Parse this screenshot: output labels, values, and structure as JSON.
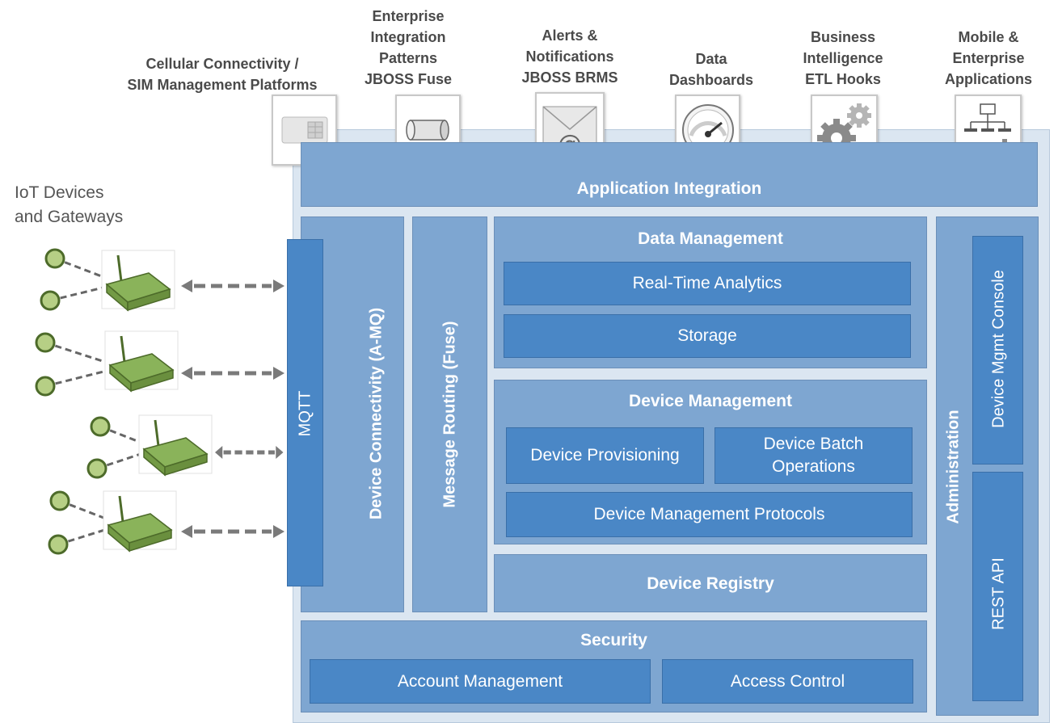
{
  "top_labels": {
    "cellular": "Cellular Connectivity /\nSIM Management  Platforms",
    "enterprise": "Enterprise\nIntegration\nPatterns\nJBOSS Fuse",
    "alerts": "Alerts &\nNotifications\nJBOSS BRMS",
    "dashboards": "Data\nDashboards",
    "bi": "Business\nIntelligence\nETL Hooks",
    "mobile": "Mobile &\nEnterprise\nApplications"
  },
  "icons": {
    "cellular": "sim-card-icon",
    "enterprise": "cylinder-icon",
    "alerts": "email-at-icon",
    "dashboards": "gauge-icon",
    "bi": "gears-icon",
    "mobile": "org-chart-gear-icon"
  },
  "iot_label": "IoT Devices\nand Gateways",
  "application_integration": "Application Integration",
  "mqtt": "MQTT",
  "device_connectivity": "Device Connectivity (A-MQ)",
  "message_routing": "Message Routing (Fuse)",
  "data_management": {
    "title": "Data Management",
    "realtime": "Real-Time Analytics",
    "storage": "Storage"
  },
  "device_management": {
    "title": "Device Management",
    "provisioning": "Device Provisioning",
    "batch": "Device Batch\nOperations",
    "protocols": "Device Management Protocols"
  },
  "device_registry": "Device Registry",
  "security": {
    "title": "Security",
    "account": "Account Management",
    "access": "Access Control"
  },
  "administration": {
    "title": "Administration",
    "console": "Device Mgmt Console",
    "rest": "REST API"
  },
  "colors": {
    "panel": "#7ea6d1",
    "box": "#4a87c6",
    "device_green": "#8ab35a"
  }
}
